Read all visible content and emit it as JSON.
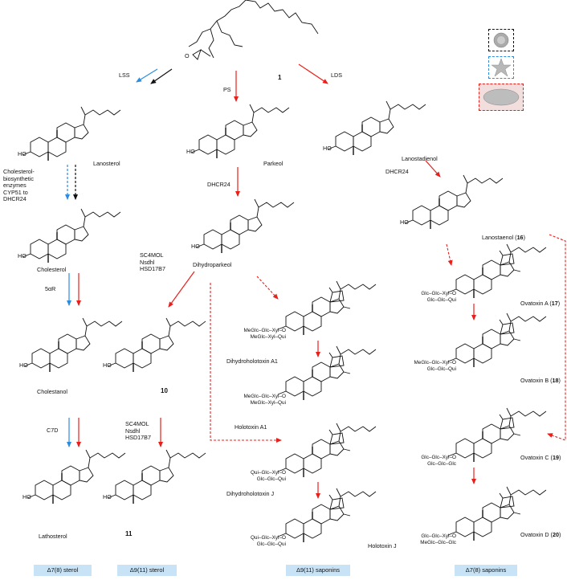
{
  "compounds": {
    "c1": "1",
    "lanosterol": "Lanosterol",
    "parkeol": "Parkeol",
    "lanostadienol": "Lanostadienol",
    "cholesterol": "Cholesterol",
    "dihydroparkeol": "Dihydroparkeol",
    "lanostaenol": "Lanostaenol (",
    "lanostaenol_num": "16",
    "cholestanol": "Cholestanol",
    "c10": "10",
    "lathosterol": "Lathosterol",
    "c11": "11",
    "dihydroholotoxin_a1": "Dihydroholotoxin A1",
    "holotoxin_a1": "Holotoxin A1",
    "dihydroholotoxin_j": "Dihydroholotoxin J",
    "holotoxin_j": "Holotoxin J",
    "ovatoxin_a": "Ovatoxin A (",
    "ovatoxin_a_num": "17",
    "ovatoxin_b": "Ovatoxin B (",
    "ovatoxin_b_num": "18",
    "ovatoxin_c": "Ovatoxin C (",
    "ovatoxin_c_num": "19",
    "ovatoxin_d": "Ovatoxin D (",
    "ovatoxin_d_num": "20",
    "close_paren": ")"
  },
  "enzymes": {
    "lss": "LSS",
    "ps": "PS",
    "lds": "LDS",
    "dhcr24_a": "DHCR24",
    "dhcr24_b": "DHCR24",
    "chol_enzymes": [
      "Cholesterol-",
      "biosynthetic",
      "enzymes",
      "CYP51 to",
      "DHCR24"
    ],
    "sc4mol_a": [
      "SC4MOL",
      "Nsdhl",
      "HSD17B7"
    ],
    "alpha5r": "5αR",
    "c7d": "C7D",
    "sc4mol_b": [
      "SC4MOL",
      "Nsdhl",
      "HSD17B7"
    ]
  },
  "atoms": {
    "ho": "HO",
    "h": "H",
    "o": "O"
  },
  "sugars": {
    "dha1": [
      "MeGlc–Glc–Xyl–O",
      "MeGlc–Xyl–Qui"
    ],
    "ha1": [
      "MeGlc–Glc–Xyl–O",
      "MeGlc–Xyl–Qui"
    ],
    "dhj": [
      "Qui–Glc–Xyl–O",
      "Glc–Glc–Qui"
    ],
    "hj": [
      "Qui–Glc–Xyl–O",
      "Glc–Glc–Qui"
    ],
    "ova": [
      "Glc–Glc–Xyl–O",
      "Glc–Glc–Qui"
    ],
    "ovb": [
      "MeGlc–Glc–Xyl–O",
      "Glc–Glc–Qui"
    ],
    "ovc": [
      "Glc–Glc–Xyl–O",
      "Glc–Glc–Glc"
    ],
    "ovd": [
      "Glc–Glc–Xyl–O",
      "MeGlc–Glc–Glc"
    ]
  },
  "footer": {
    "d78_sterol": "Δ7(8) sterol",
    "d911_sterol": "Δ9(11) sterol",
    "d911_saponins": "Δ9(11) saponins",
    "d78_saponins": "Δ7(8) saponins"
  },
  "colors": {
    "red": "#e8201c",
    "blue": "#2b8de0",
    "black": "#111111",
    "footer_bg": "#c9e3f6"
  }
}
